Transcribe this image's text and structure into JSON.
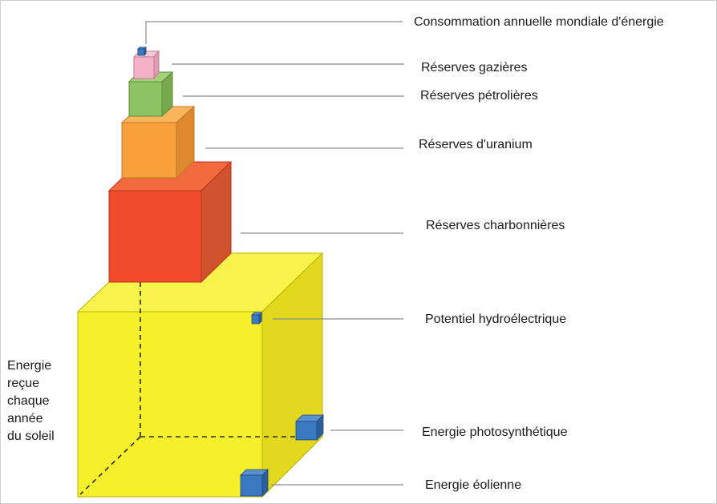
{
  "labels": {
    "consommation": "Consommation annuelle mondiale d'énergie",
    "gaz": "Réserves gazières",
    "petrole": "Réserves pétrolières",
    "uranium": "Réserves d'uranium",
    "charbon": "Réserves charbonnières",
    "hydro": "Potentiel hydroélectrique",
    "photo": "Energie photosynthétique",
    "eolien": "Energie éolienne",
    "soleil_lines": [
      "Energie",
      "reçue",
      "chaque",
      "année",
      "du soleil"
    ]
  },
  "colors": {
    "sun": "#f6f02a",
    "coal": "#ef4b2c",
    "uranium": "#f7a03c",
    "oil": "#8ec363",
    "gas": "#f4b2c8",
    "blue": "#3a78bf"
  }
}
